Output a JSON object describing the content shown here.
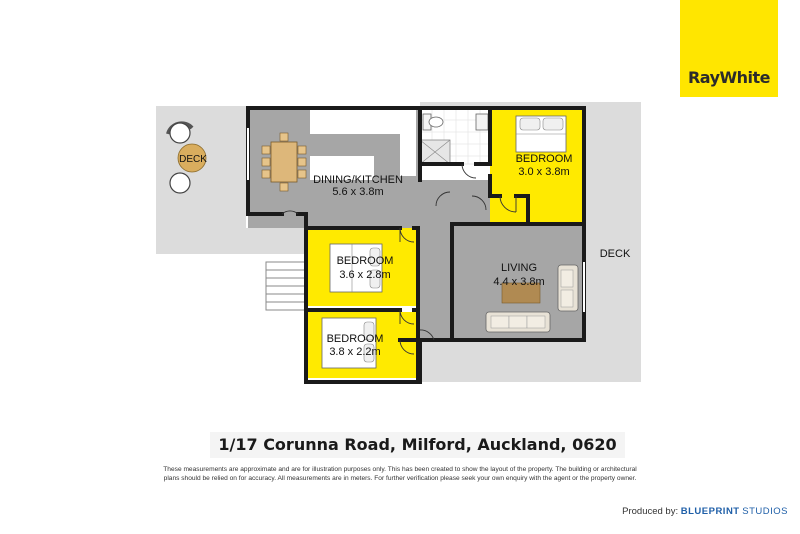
{
  "brand": {
    "name": "RayWhite"
  },
  "address": "1/17 Corunna Road, Milford, Auckland, 0620",
  "disclaimer": {
    "line1": "These measurements are approximate and are for illustration purposes only. This has been created to show the layout of the property. The building or architectural",
    "line2": "plans should be relied on for accuracy. All measurements are in meters. For further verification please seek your own enquiry with the agent or the property owner."
  },
  "credit": {
    "prefix": "Produced by:",
    "company_bold": "BLUEPRINT",
    "company_rest": "STUDIOS"
  },
  "rooms": {
    "dining": {
      "name": "DINING/KITCHEN",
      "size": "5.6 x 3.8m"
    },
    "bedroom1": {
      "name": "BEDROOM",
      "size": "3.0 x 3.8m"
    },
    "bedroom2": {
      "name": "BEDROOM",
      "size": "3.6 x 2.8m"
    },
    "bedroom3": {
      "name": "BEDROOM",
      "size": "3.8 x 2.2m"
    },
    "living": {
      "name": "LIVING",
      "size": "4.4 x 3.8m"
    }
  },
  "decks": {
    "left": "DECK",
    "right": "DECK"
  },
  "colors": {
    "bedroom": "#ffea00",
    "floor": "#a6a6a6",
    "deck": "#dcdcdc",
    "wall": "#1a1a1a",
    "brand": "#ffe600"
  }
}
